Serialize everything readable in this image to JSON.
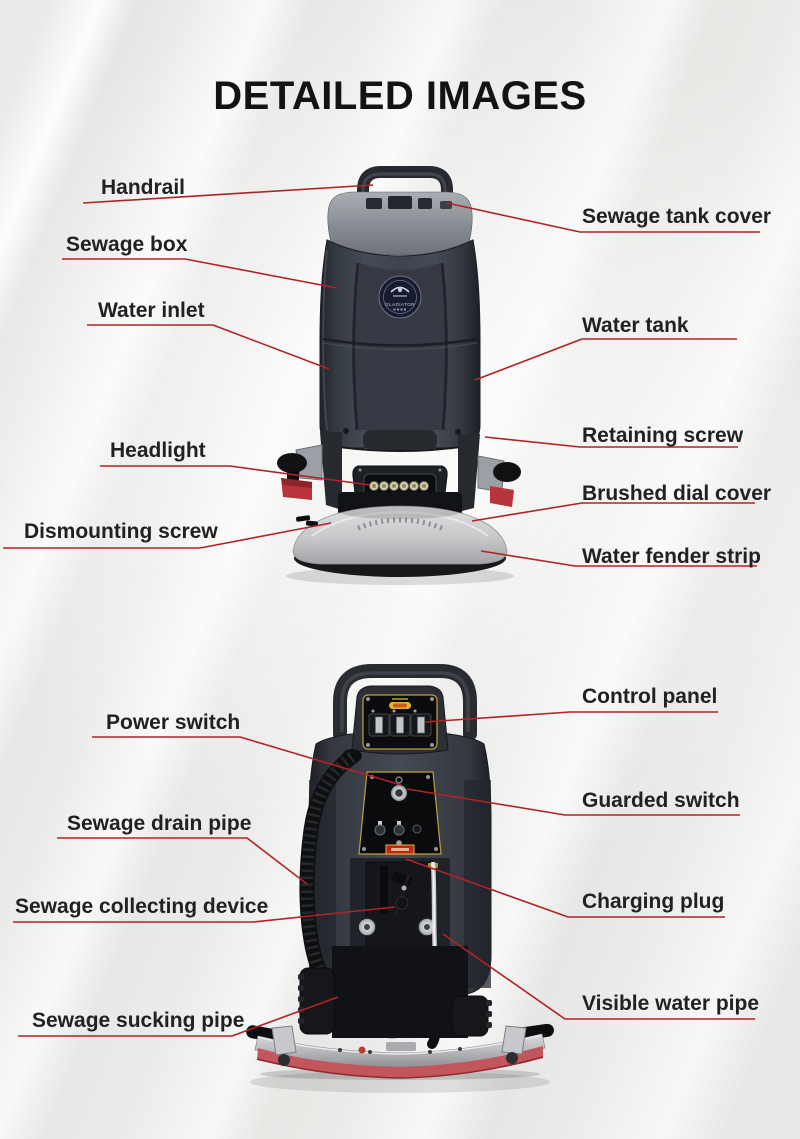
{
  "page": {
    "title": "DETAILED IMAGES"
  },
  "brand": {
    "logo_text": "GLADIATOR"
  },
  "figures": {
    "front": {
      "labels": {
        "handrail": "Handrail",
        "sewage_box": "Sewage box",
        "water_inlet": "Water inlet",
        "headlight": "Headlight",
        "dismounting_screw": "Dismounting screw",
        "sewage_tank_cover": "Sewage tank cover",
        "water_tank": "Water tank",
        "retaining_screw": "Retaining screw",
        "brushed_dial_cover": "Brushed dial cover",
        "water_fender_strip": "Water fender strip"
      }
    },
    "rear": {
      "labels": {
        "power_switch": "Power switch",
        "sewage_drain_pipe": "Sewage drain pipe",
        "sewage_collecting_device": "Sewage collecting device",
        "sewage_sucking_pipe": "Sewage sucking pipe",
        "control_panel": "Control panel",
        "guarded_switch": "Guarded switch",
        "charging_plug": "Charging plug",
        "visible_water_pipe": "Visible water pipe"
      }
    }
  },
  "colors": {
    "leader_line": "#b22227",
    "label_text": "#202125",
    "title_text": "#131313",
    "machine_body": "#3d434c",
    "deck_silver": "#c9cbcd",
    "panel_trim_yellow": "#c2a03b",
    "warning_label_red": "#c32222"
  }
}
